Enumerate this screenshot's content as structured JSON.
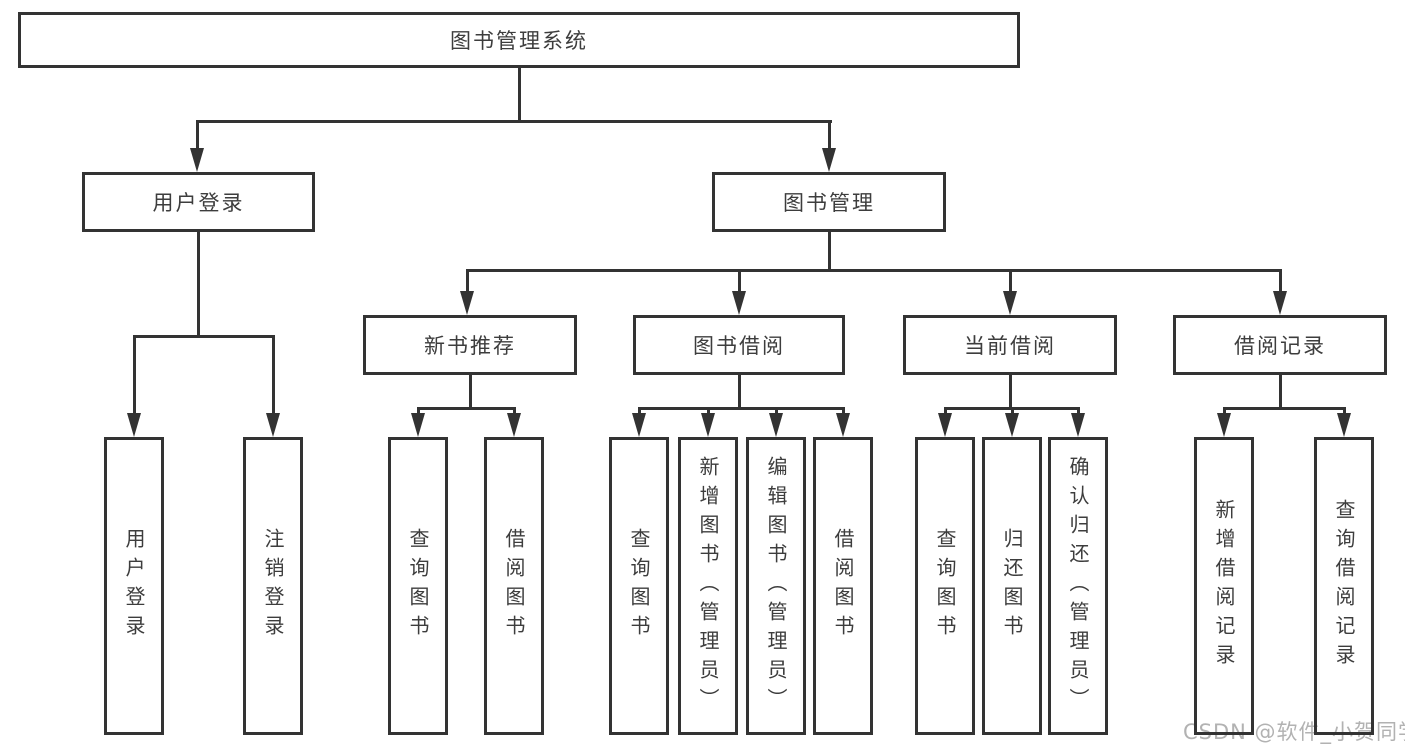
{
  "colors": {
    "line": "#333333",
    "node_text": "#3d3d3d",
    "background": "#ffffff",
    "watermark_text": "#b2b2b2"
  },
  "watermark": "CSDN @软件_小贺同学",
  "nodes": {
    "root": "图书管理系统",
    "user_login": "用户登录",
    "book_mgmt": "图书管理",
    "new_book_rec": "新书推荐",
    "book_borrow": "图书借阅",
    "current_borrow": "当前借阅",
    "borrow_record": "借阅记录",
    "leaf_user_login": "用户登录",
    "leaf_logout": "注销登录",
    "leaf_query_book_rec": "查询图书",
    "leaf_borrow_book_rec": "借阅图书",
    "leaf_query_book_borrow": "查询图书",
    "leaf_add_book": "新增图书（管理员）",
    "leaf_edit_book": "编辑图书（管理员）",
    "leaf_borrow_book_borrow": "借阅图书",
    "leaf_query_book_current": "查询图书",
    "leaf_return_book": "归还图书",
    "leaf_confirm_return": "确认归还（管理员）",
    "leaf_add_record": "新增借阅记录",
    "leaf_query_record": "查询借阅记录"
  },
  "hierarchy": {
    "图书管理系统": {
      "用户登录": [
        "用户登录",
        "注销登录"
      ],
      "图书管理": {
        "新书推荐": [
          "查询图书",
          "借阅图书"
        ],
        "图书借阅": [
          "查询图书",
          "新增图书（管理员）",
          "编辑图书（管理员）",
          "借阅图书"
        ],
        "当前借阅": [
          "查询图书",
          "归还图书",
          "确认归还（管理员）"
        ],
        "借阅记录": [
          "新增借阅记录",
          "查询借阅记录"
        ]
      }
    }
  }
}
